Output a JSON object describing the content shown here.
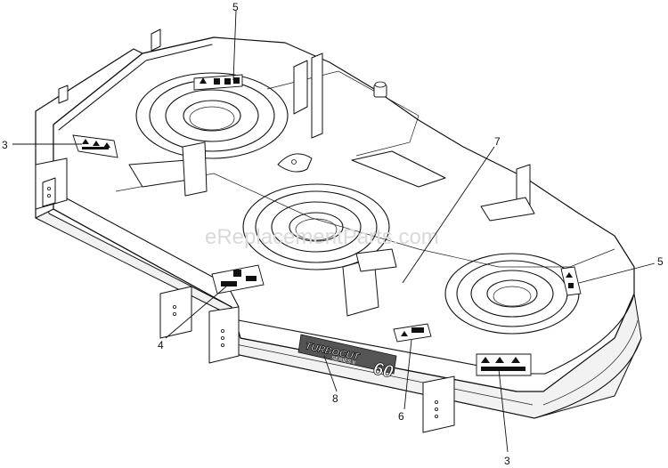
{
  "watermark": "eReplacementParts.com",
  "deck_logo": {
    "model_text": "TURBOCUT",
    "series_text": "SERIES II",
    "size_text": "60"
  },
  "callouts": [
    {
      "id": "c5-top",
      "label": "5"
    },
    {
      "id": "c3-left",
      "label": "3"
    },
    {
      "id": "c7",
      "label": "7"
    },
    {
      "id": "c5-right",
      "label": "5"
    },
    {
      "id": "c4",
      "label": "4"
    },
    {
      "id": "c8",
      "label": "8"
    },
    {
      "id": "c6",
      "label": "6"
    },
    {
      "id": "c3-bottom",
      "label": "3"
    }
  ]
}
